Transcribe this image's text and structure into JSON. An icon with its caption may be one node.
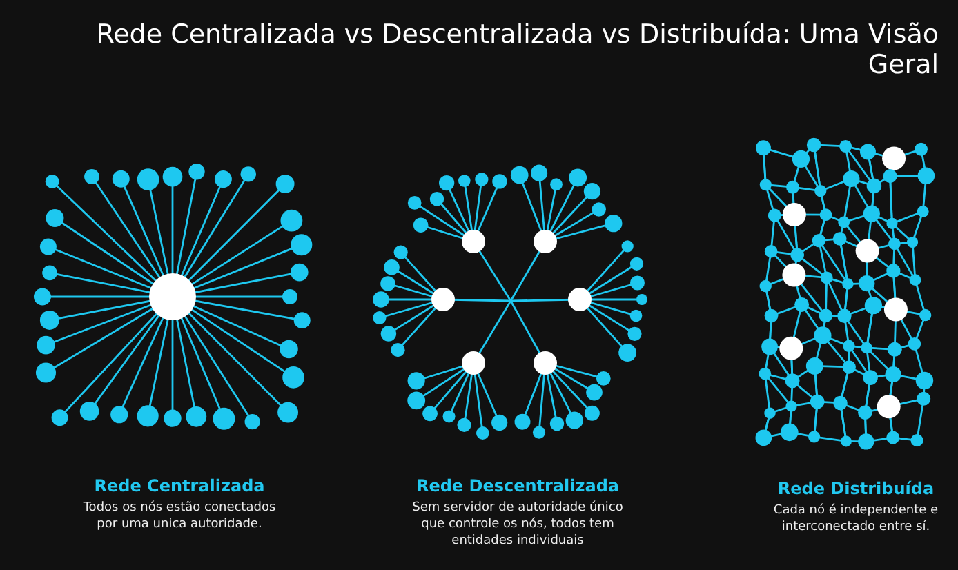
{
  "diagram": {
    "title": "Rede Centralizada vs Descentralizada vs Distribuída: Uma Visão Geral",
    "labels": [
      "Rede Centralizada",
      "Todos os nós estão conectados por uma unica autoridade.",
      "Rede Descentralizada",
      "Sem servidor de autoridade único que controle os nós, todos tem entidades individuais",
      "Rede Distribuída",
      "Cada nó é independente e interconectado entre sí."
    ]
  }
}
